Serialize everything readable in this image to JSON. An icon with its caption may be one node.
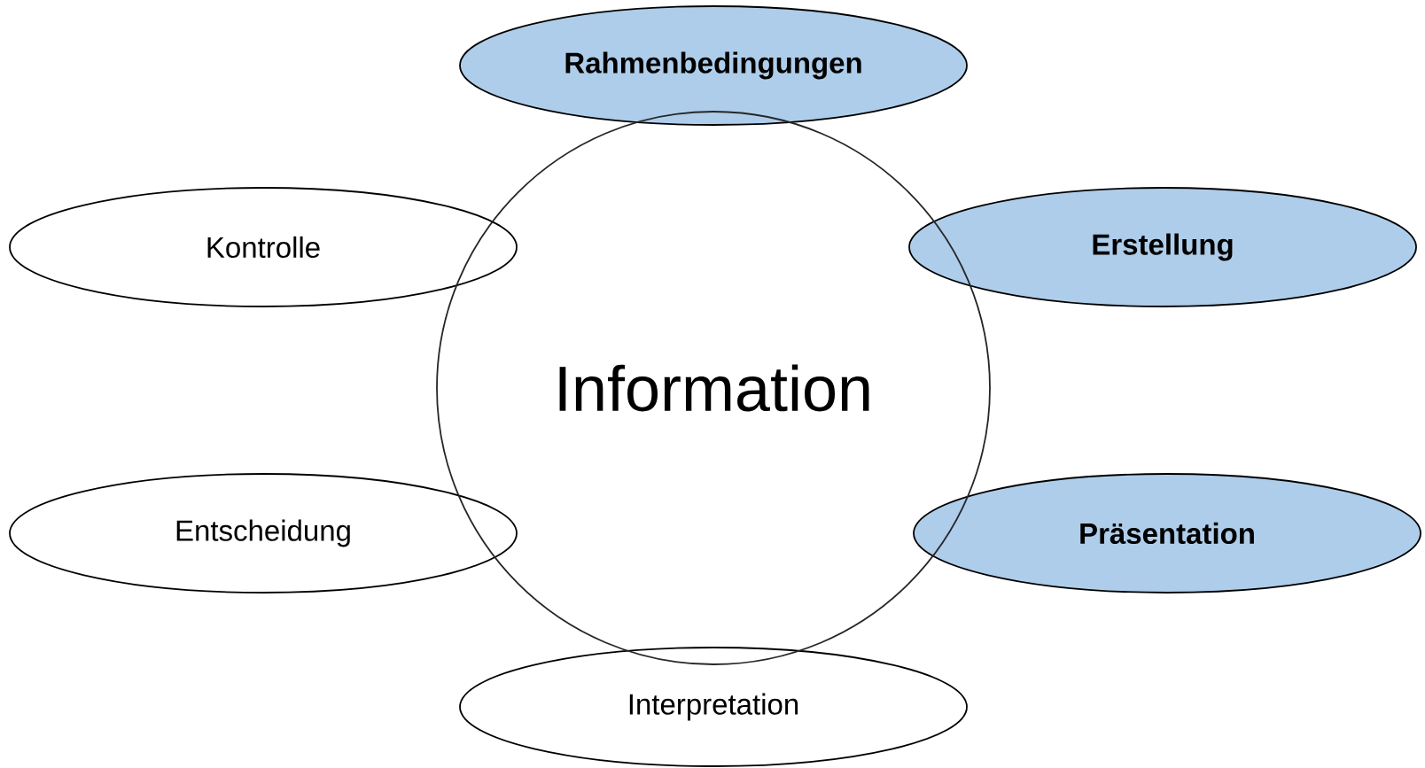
{
  "diagram": {
    "nodes": [
      {
        "text": [
          "Rahmenbedingungen"
        ]
      },
      {
        "text": [
          "Kontrolle"
        ]
      },
      {
        "text": [
          "Erstellung"
        ]
      },
      {
        "text": [
          "Information"
        ]
      },
      {
        "text": [
          "Entscheidung"
        ]
      },
      {
        "text": [
          "Präsentation"
        ]
      },
      {
        "text": [
          "Interpretation"
        ]
      }
    ]
  }
}
